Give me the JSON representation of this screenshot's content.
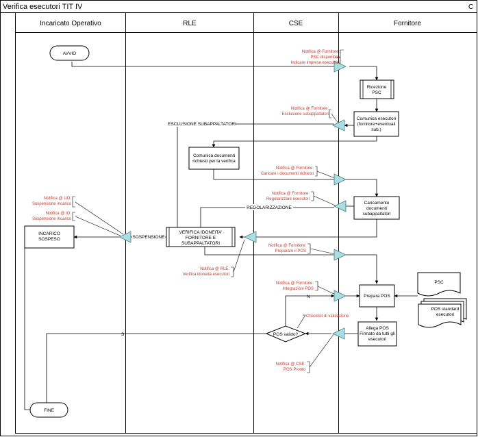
{
  "title": "Verifica esecutori TIT IV",
  "corner_mark": "C",
  "lanes": [
    "Incaricato Operativo",
    "RLE",
    "CSE",
    "Fornitore"
  ],
  "nodes": {
    "avvio": "AVVIO",
    "fine": "FINE",
    "ricezione_psc": [
      "Ricezione",
      "PSC"
    ],
    "comunica_esecutori": [
      "Comunica esecutori",
      "(fornitore+eventuali",
      "sub.)"
    ],
    "comunica_documenti": [
      "Comunica documenti",
      "richiesti per la verifica"
    ],
    "caricamento": [
      "Caricamento",
      "documenti",
      "subappaltatori"
    ],
    "verifica": [
      "VERIFICA IDONEITA'",
      "FORNITORE E",
      "SUBAPPALTATORI"
    ],
    "incarico_sospeso": [
      "INCARICO",
      "SOSPESO"
    ],
    "prepara_pos": "Prepara POS",
    "allega_pos": [
      "Allega POS",
      "Firmato da tutti gli",
      "esecutori"
    ],
    "pos_valido": "POS valido?",
    "psc_doc": "PSC",
    "pos_standard": [
      "POS standard",
      "esecutori"
    ]
  },
  "notes": {
    "n1": [
      "Notifica @ Fornitore:",
      "PSC disponibile",
      "Indicare imprese esecutrici"
    ],
    "n2": [
      "Notifica @ Fornitore:",
      "Esclusione subappaltatori"
    ],
    "n3": [
      "Notifica @ Fornitore:",
      "Caricare i documenti richiesti"
    ],
    "n4": [
      "Notifica @ Fornitore:",
      "Regolarizzare esecutori"
    ],
    "n5": [
      "Notifica @ Fornitore:",
      "Preparare il POS"
    ],
    "n6": [
      "Notifica @ Fornitore:",
      "Integrazioni POS"
    ],
    "n7": [
      "Notifica @ UO:",
      "Sospensione incarico"
    ],
    "n8": [
      "Notifica @ IO:",
      "Sospensione incarico"
    ],
    "n9": [
      "Notifica @ RLE:",
      "Verifica idoneità esecutori"
    ],
    "n10": [
      "Notifica @ CSE:",
      "POS Pronto"
    ],
    "n11": "Checklist di validazione"
  },
  "edge_labels": {
    "esclusione": "ESCLUSIONE SUBAPPALTATORI",
    "regolarizzazione": "REGOLARIZZAZIONE",
    "sospensione": "SOSPENSIONE",
    "no": "N",
    "yes": "S"
  },
  "colors": {
    "note_text": "#c0392b",
    "gateway_fill": "#a9dde0",
    "border": "#000000"
  }
}
